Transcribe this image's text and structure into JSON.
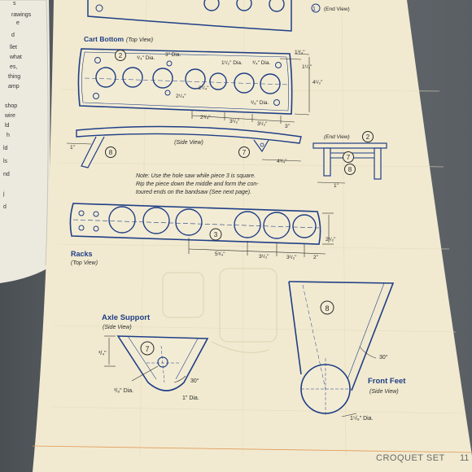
{
  "left_page": {
    "fragments": [
      "s",
      "rawings",
      "e",
      "d",
      "llet",
      "what",
      "es,",
      "thing",
      "amp",
      "shop",
      "wire",
      "ld",
      "h",
      "ld",
      "ls",
      "nd",
      "j",
      "d"
    ]
  },
  "top_remnant": {
    "end_view_label": "(End View)",
    "part_number": "1"
  },
  "cart_bottom": {
    "title": "Cart Bottom",
    "view": "(Top View)",
    "part_number": "2",
    "dims": {
      "hole_small": "³/₄\" Dia.",
      "hole_large": "3\" Dia.",
      "hole_med": "1¹/₂\" Dia.",
      "hole_small2": "³/₄\" Dia.",
      "hole_small3": "³/₈\" Dia.",
      "offset_a": "2¹/₄\"",
      "offset_b": "2¹/₄\"",
      "spacing_a": "2³/₄\"",
      "spacing_b": "3¹/₂\"",
      "spacing_c": "3¹/₂\"",
      "end_c": "3\"",
      "right_a": "1³/₄\"",
      "right_b": "1¹/₂\"",
      "width": "4¹/₂\""
    }
  },
  "side_view": {
    "label": "(Side View)",
    "dim_left": "1\"",
    "dim_right": "4³/₄\"",
    "parts": [
      "8",
      "7"
    ]
  },
  "end_view": {
    "label": "(End View)",
    "part_number": "2",
    "parts": [
      "7",
      "8"
    ],
    "dim": "1\""
  },
  "note": {
    "text_lines": [
      "Note: Use the hole saw while piece 3 is square.",
      "Rip the piece down the middle and form the con-",
      "toured ends on the bandsaw (See next page)."
    ]
  },
  "racks": {
    "title": "Racks",
    "view": "(Top View)",
    "part_number": "3",
    "dims": {
      "spacing_a": "5³/₄\"",
      "spacing_b": "3¹/₂\"",
      "spacing_c": "3¹/₂\"",
      "end": "2\"",
      "width": "2¹/₂\""
    }
  },
  "axle_support": {
    "title": "Axle Support",
    "view": "(Side View)",
    "part_number": "7",
    "dims": {
      "height": "³/₄\"",
      "hole": "³/₈\" Dia.",
      "bottom": "1\" Dia.",
      "angle": "30°"
    }
  },
  "front_feet": {
    "title": "Front Feet",
    "view": "(Side View)",
    "part_number": "8",
    "dims": {
      "angle": "30°",
      "bottom": "1⁵/₈\" Dia."
    }
  },
  "footer": {
    "title": "CROQUET SET",
    "page_number": "11"
  },
  "colors": {
    "paper": "#f1ead0",
    "left_page": "#e9e6dc",
    "blue": "#1f3e86",
    "ink": "#2b2b2b",
    "footer_rule": "#e39a5a"
  }
}
